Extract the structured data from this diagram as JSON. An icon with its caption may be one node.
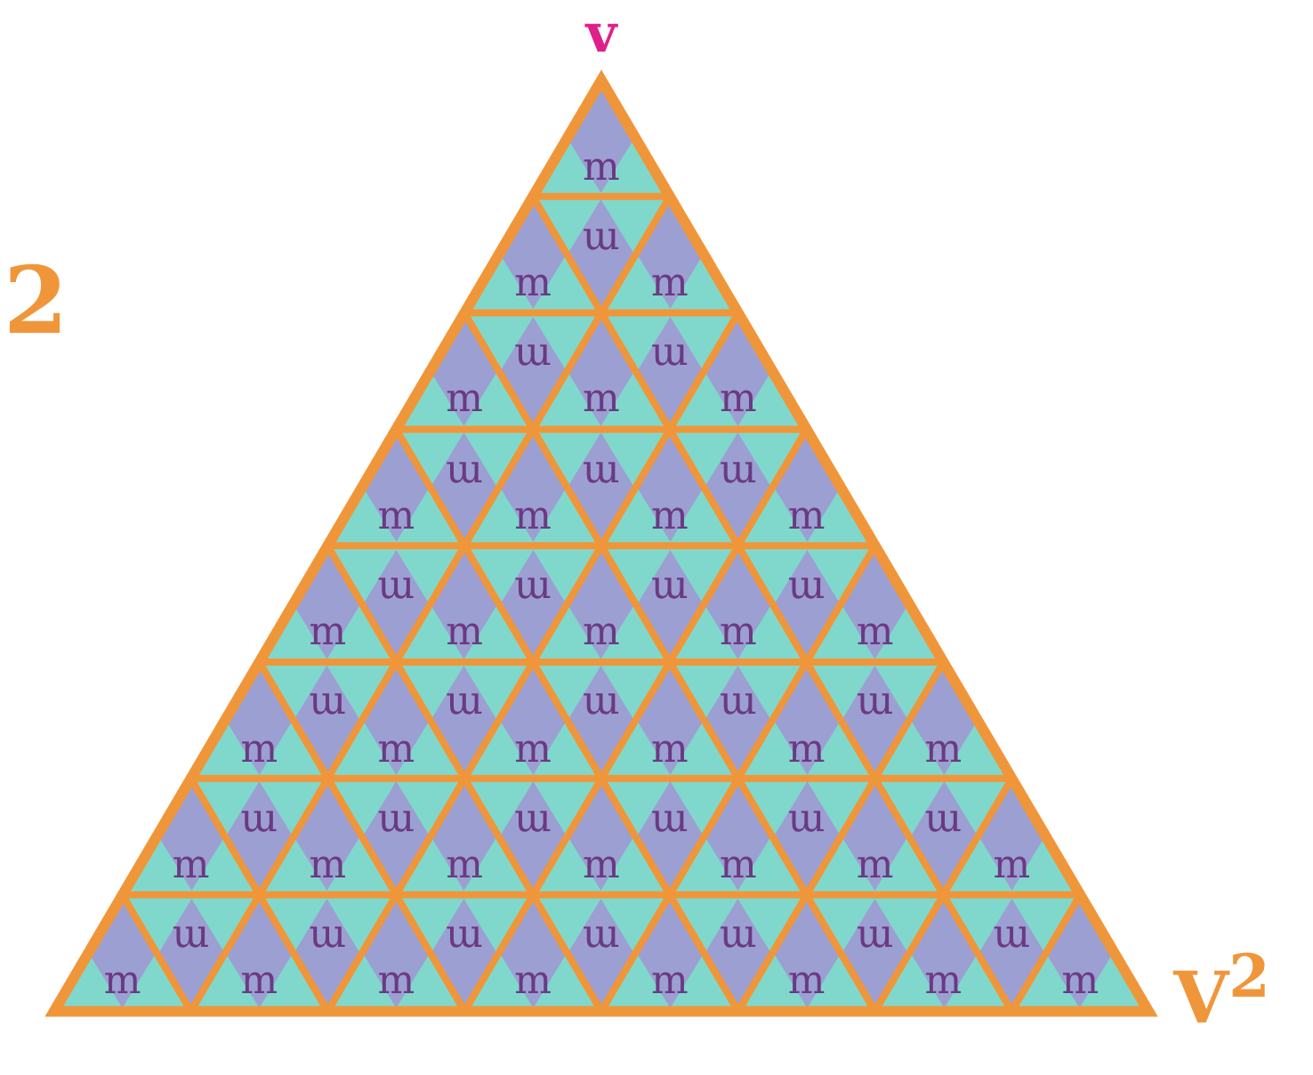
{
  "diagram": {
    "nodes": [
      {
        "text": [
          "v"
        ],
        "beside": [
          "V$^{2}$"
        ]
      },
      {
        "text": [
          "m"
        ],
        "in": 0
      },
      {
        "text": [
          "m"
        ],
        "in": 0
      },
      {
        "text": [
          "ɯ"
        ],
        "in": 0
      },
      {
        "text": [
          "m"
        ],
        "in": 0
      },
      {
        "text": [
          "m"
        ],
        "in": 0
      },
      {
        "text": [
          "ɯ"
        ],
        "in": 0
      },
      {
        "text": [
          "m"
        ],
        "in": 0
      },
      {
        "text": [
          "ɯ"
        ],
        "in": 0
      },
      {
        "text": [
          "m"
        ],
        "in": 0
      },
      {
        "text": [
          "m"
        ],
        "in": 0
      },
      {
        "text": [
          "ɯ"
        ],
        "in": 0
      },
      {
        "text": [
          "m"
        ],
        "in": 0
      },
      {
        "text": [
          "ɯ"
        ],
        "in": 0
      },
      {
        "text": [
          "m"
        ],
        "in": 0
      },
      {
        "text": [
          "ɯ"
        ],
        "in": 0
      },
      {
        "text": [
          "m"
        ],
        "in": 0
      },
      {
        "text": [
          "m"
        ],
        "in": 0
      },
      {
        "text": [
          "ɯ"
        ],
        "in": 0
      },
      {
        "text": [
          "m"
        ],
        "in": 0
      },
      {
        "text": [
          "ɯ"
        ],
        "in": 0
      },
      {
        "text": [
          "m"
        ],
        "in": 0
      },
      {
        "text": [
          "ɯ"
        ],
        "in": 0
      },
      {
        "text": [
          "m"
        ],
        "in": 0
      },
      {
        "text": [
          "ɯ"
        ],
        "in": 0
      },
      {
        "text": [
          "m"
        ],
        "in": 0
      },
      {
        "text": [
          "m"
        ],
        "in": 0
      },
      {
        "text": [
          "ɯ"
        ],
        "in": 0
      },
      {
        "text": [
          "m"
        ],
        "in": 0
      },
      {
        "text": [
          "ɯ"
        ],
        "in": 0
      },
      {
        "text": [
          "m"
        ],
        "in": 0
      },
      {
        "text": [
          "ɯ"
        ],
        "in": 0
      },
      {
        "text": [
          "m"
        ],
        "in": 0
      },
      {
        "text": [
          "ɯ"
        ],
        "in": 0
      },
      {
        "text": [
          "m"
        ],
        "in": 0
      },
      {
        "text": [
          "ɯ"
        ],
        "in": 0
      },
      {
        "text": [
          "m"
        ],
        "in": 0
      },
      {
        "text": [
          "m"
        ],
        "in": 0
      },
      {
        "text": [
          "ɯ"
        ],
        "in": 0
      },
      {
        "text": [
          "m"
        ],
        "in": 0
      },
      {
        "text": [
          "ɯ"
        ],
        "in": 0
      },
      {
        "text": [
          "m"
        ],
        "in": 0
      },
      {
        "text": [
          "ɯ"
        ],
        "in": 0
      },
      {
        "text": [
          "m"
        ],
        "in": 0
      },
      {
        "text": [
          "ɯ"
        ],
        "in": 0
      },
      {
        "text": [
          "m"
        ],
        "in": 0
      },
      {
        "text": [
          "ɯ"
        ],
        "in": 0
      },
      {
        "text": [
          "m"
        ],
        "in": 0
      },
      {
        "text": [
          "ɯ"
        ],
        "in": 0
      },
      {
        "text": [
          "m"
        ],
        "in": 0
      },
      {
        "text": [
          "m"
        ],
        "in": 0
      },
      {
        "text": [
          "ɯ"
        ],
        "in": 0
      },
      {
        "text": [
          "m"
        ],
        "in": 0
      },
      {
        "text": [
          "ɯ"
        ],
        "in": 0
      },
      {
        "text": [
          "m"
        ],
        "in": 0
      },
      {
        "text": [
          "ɯ"
        ],
        "in": 0
      },
      {
        "text": [
          "m"
        ],
        "in": 0
      },
      {
        "text": [
          "ɯ"
        ],
        "in": 0
      },
      {
        "text": [
          "m"
        ],
        "in": 0
      },
      {
        "text": [
          "ɯ"
        ],
        "in": 0
      },
      {
        "text": [
          "m"
        ],
        "in": 0
      },
      {
        "text": [
          "ɯ"
        ],
        "in": 0
      },
      {
        "text": [
          "m"
        ],
        "in": 0
      },
      {
        "text": [
          "ɯ"
        ],
        "in": 0
      },
      {
        "text": [
          "m"
        ],
        "in": 0
      }
    ],
    "edges": [],
    "labels": [
      "2"
    ]
  }
}
